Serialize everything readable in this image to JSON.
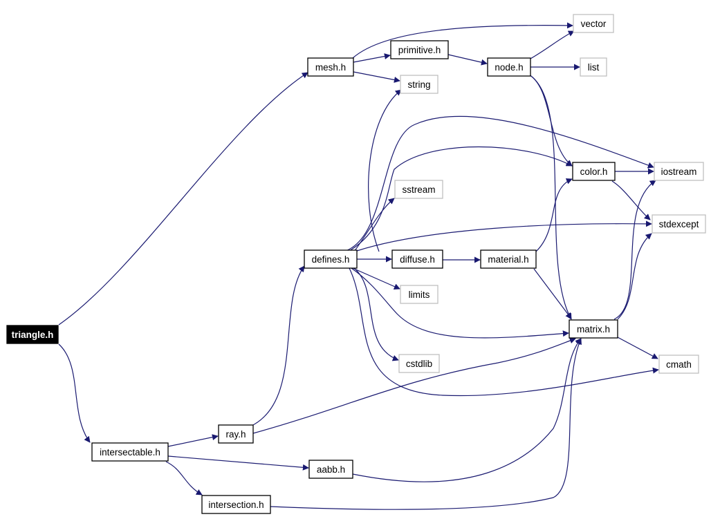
{
  "graph": {
    "edge_color": "#191970",
    "nodes": {
      "triangle": {
        "label": "triangle.h",
        "kind": "root"
      },
      "mesh": {
        "label": "mesh.h",
        "kind": "local"
      },
      "primitive": {
        "label": "primitive.h",
        "kind": "local"
      },
      "node": {
        "label": "node.h",
        "kind": "local"
      },
      "vector": {
        "label": "vector",
        "kind": "system"
      },
      "list": {
        "label": "list",
        "kind": "system"
      },
      "string": {
        "label": "string",
        "kind": "system"
      },
      "color": {
        "label": "color.h",
        "kind": "local"
      },
      "iostream": {
        "label": "iostream",
        "kind": "system"
      },
      "sstream": {
        "label": "sstream",
        "kind": "system"
      },
      "stdexcept": {
        "label": "stdexcept",
        "kind": "system"
      },
      "defines": {
        "label": "defines.h",
        "kind": "local"
      },
      "diffuse": {
        "label": "diffuse.h",
        "kind": "local"
      },
      "material": {
        "label": "material.h",
        "kind": "local"
      },
      "limits": {
        "label": "limits",
        "kind": "system"
      },
      "matrix": {
        "label": "matrix.h",
        "kind": "local"
      },
      "cstdlib": {
        "label": "cstdlib",
        "kind": "system"
      },
      "cmath": {
        "label": "cmath",
        "kind": "system"
      },
      "ray": {
        "label": "ray.h",
        "kind": "local"
      },
      "intersectable": {
        "label": "intersectable.h",
        "kind": "local"
      },
      "aabb": {
        "label": "aabb.h",
        "kind": "local"
      },
      "intersection": {
        "label": "intersection.h",
        "kind": "local"
      }
    },
    "edges": [
      [
        "triangle",
        "mesh"
      ],
      [
        "triangle",
        "intersectable"
      ],
      [
        "mesh",
        "vector"
      ],
      [
        "mesh",
        "primitive"
      ],
      [
        "mesh",
        "string"
      ],
      [
        "primitive",
        "node"
      ],
      [
        "node",
        "vector"
      ],
      [
        "node",
        "list"
      ],
      [
        "node",
        "color"
      ],
      [
        "node",
        "matrix"
      ],
      [
        "defines",
        "string"
      ],
      [
        "defines",
        "iostream"
      ],
      [
        "defines",
        "color"
      ],
      [
        "defines",
        "sstream"
      ],
      [
        "defines",
        "stdexcept"
      ],
      [
        "defines",
        "diffuse"
      ],
      [
        "defines",
        "limits"
      ],
      [
        "defines",
        "matrix"
      ],
      [
        "defines",
        "cstdlib"
      ],
      [
        "defines",
        "cmath"
      ],
      [
        "diffuse",
        "material"
      ],
      [
        "material",
        "color"
      ],
      [
        "material",
        "matrix"
      ],
      [
        "color",
        "iostream"
      ],
      [
        "color",
        "stdexcept"
      ],
      [
        "matrix",
        "iostream"
      ],
      [
        "matrix",
        "stdexcept"
      ],
      [
        "matrix",
        "cmath"
      ],
      [
        "ray",
        "defines"
      ],
      [
        "ray",
        "matrix"
      ],
      [
        "intersectable",
        "ray"
      ],
      [
        "intersectable",
        "aabb"
      ],
      [
        "intersectable",
        "intersection"
      ],
      [
        "aabb",
        "matrix"
      ],
      [
        "intersection",
        "matrix"
      ]
    ]
  }
}
